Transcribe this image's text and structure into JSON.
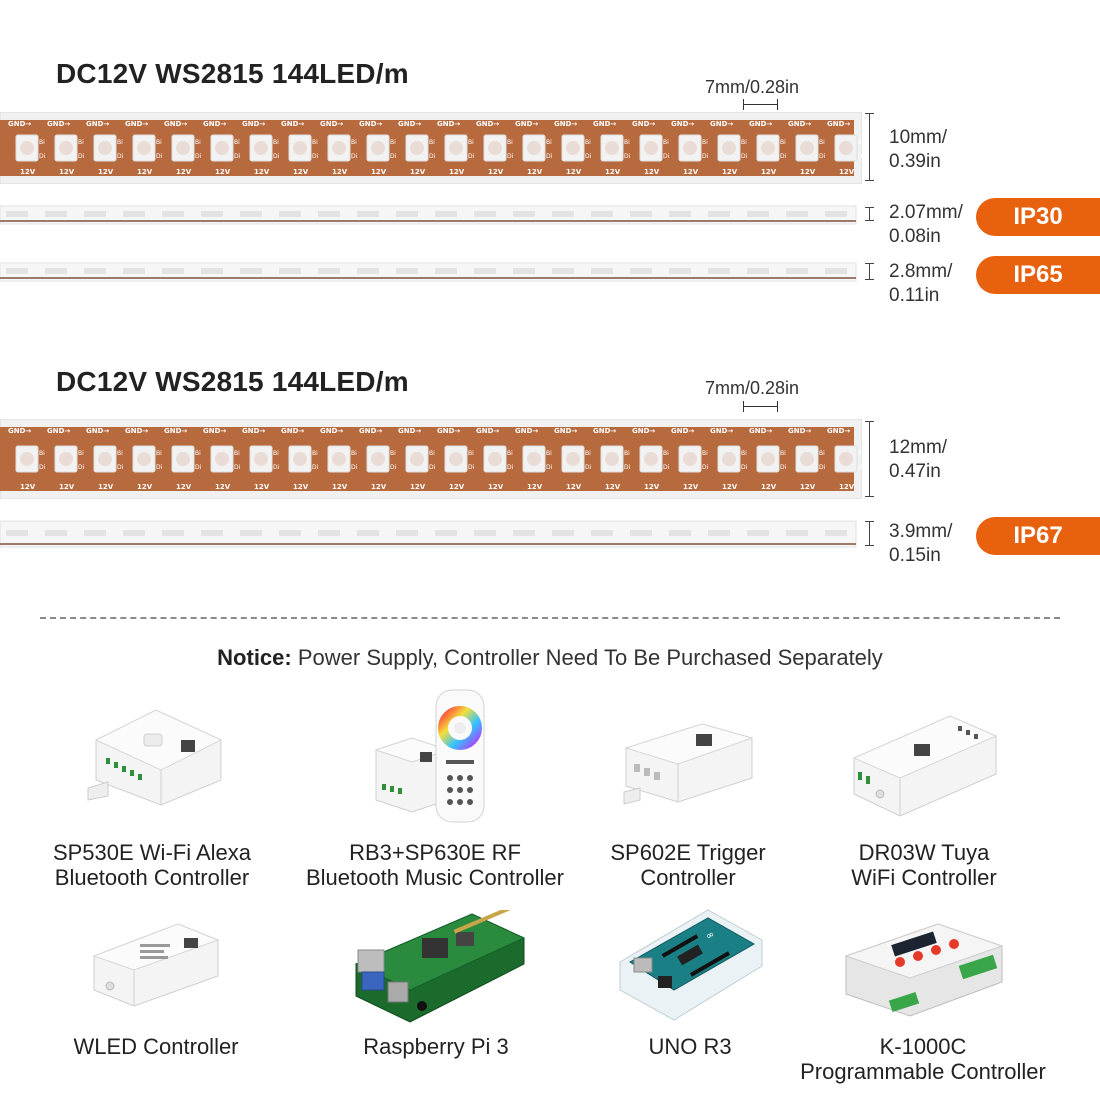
{
  "section1": {
    "title": "DC12V WS2815 144LED/m",
    "pitch": "7mm/0.28in",
    "width_dim": "10mm/\n0.39in",
    "variants": [
      {
        "dim": "2.07mm/\n0.08in",
        "badge": "IP30"
      },
      {
        "dim": "2.8mm/\n0.11in",
        "badge": "IP65"
      }
    ]
  },
  "section2": {
    "title": "DC12V WS2815 144LED/m",
    "pitch": "7mm/0.28in",
    "width_dim": "12mm/\n0.47in",
    "variants": [
      {
        "dim": "3.9mm/\n0.15in",
        "badge": "IP67"
      }
    ]
  },
  "strip_labels": {
    "gnd": "GND",
    "bi": "Bi",
    "di": "Di",
    "v12": "12V"
  },
  "notice": {
    "prefix": "Notice:",
    "text": " Power Supply, Controller Need To Be Purchased Separately"
  },
  "products": [
    {
      "name": "SP530E Wi-Fi Alexa\nBluetooth Controller",
      "icon": "wifi-controller-box"
    },
    {
      "name": "RB3+SP630E RF\nBluetooth Music Controller",
      "icon": "remote-and-controller"
    },
    {
      "name": "SP602E Trigger\nController",
      "icon": "trigger-controller-box"
    },
    {
      "name": "DR03W Tuya\nWiFi Controller",
      "icon": "tuya-controller-box"
    },
    {
      "name": "WLED Controller",
      "icon": "wled-controller-box"
    },
    {
      "name": "Raspberry Pi 3",
      "icon": "raspberry-pi-board"
    },
    {
      "name": "UNO R3",
      "icon": "arduino-board"
    },
    {
      "name": "K-1000C\nProgrammable Controller",
      "icon": "programmable-controller"
    }
  ],
  "colors": {
    "accent": "#e8610f",
    "pcb": "#b86a3f",
    "led": "#f2f2f2"
  }
}
